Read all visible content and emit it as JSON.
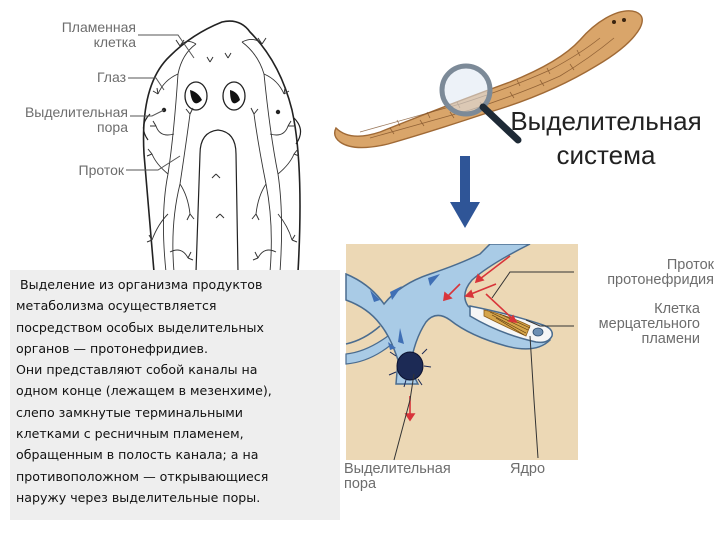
{
  "left_diagram": {
    "labels": {
      "flame_cell": "Пламенная\nклетка",
      "eye": "Глаз",
      "excretory_pore": "Выделительная\nпора",
      "duct": "Проток"
    }
  },
  "title": "Выделительная\nсистема",
  "description": " Выделение из организма продуктов\nметаболизма осуществляется\nпосредством особых выделительных\nорганов — протонефридиев.\nОни представляют собой каналы на\nодном конце (лежащем в мезенхиме),\nслепо замкнутые терминальными\nклетками с ресничным пламенем,\nобращенным в полость канала; а на\nпротивоположном — открывающиеся\nнаружу через выделительные поры.",
  "right_diagram": {
    "labels": {
      "protonephridium_duct": "Проток\nпротонефридия",
      "ciliated_flame_cell": "Клетка\nмерцательного\nпламени",
      "excretory_pore": "Выделительная\nпора",
      "nucleus": "Ядро"
    }
  },
  "colors": {
    "canal_blue": "#a9cbe6",
    "canal_outline": "#4a6c8f",
    "arrow_blue": "#3f6fb5",
    "arrow_red": "#d8343a",
    "worm_body": "#d9a56a",
    "background_panel": "#eeeeee"
  }
}
